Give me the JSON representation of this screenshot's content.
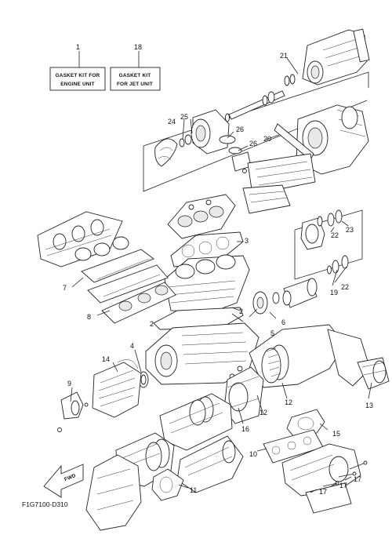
{
  "kits": [
    {
      "number": "1",
      "line1": "GASKET KIT FOR",
      "line2": "ENGINE UNIT"
    },
    {
      "number": "18",
      "line1": "GASKET KIT",
      "line2": "FOR JET UNIT"
    }
  ],
  "callouts": {
    "c2a": "2",
    "c2b": "2",
    "c3": "3",
    "c4": "4",
    "c5": "5",
    "c6": "6",
    "c7": "7",
    "c8": "8",
    "c9": "9",
    "c10": "10",
    "c11": "11",
    "c12a": "12",
    "c12b": "12",
    "c13": "13",
    "c14": "14",
    "c15": "15",
    "c16": "16",
    "c17a": "17",
    "c17b": "17",
    "c17c": "17",
    "c19": "19",
    "c20": "20",
    "c21": "21",
    "c22a": "22",
    "c22b": "22",
    "c23": "23",
    "c24": "24",
    "c25": "25",
    "c26a": "26",
    "c26b": "26"
  },
  "fwd_label": "FWD",
  "figure_code": "F1G7100-D310"
}
